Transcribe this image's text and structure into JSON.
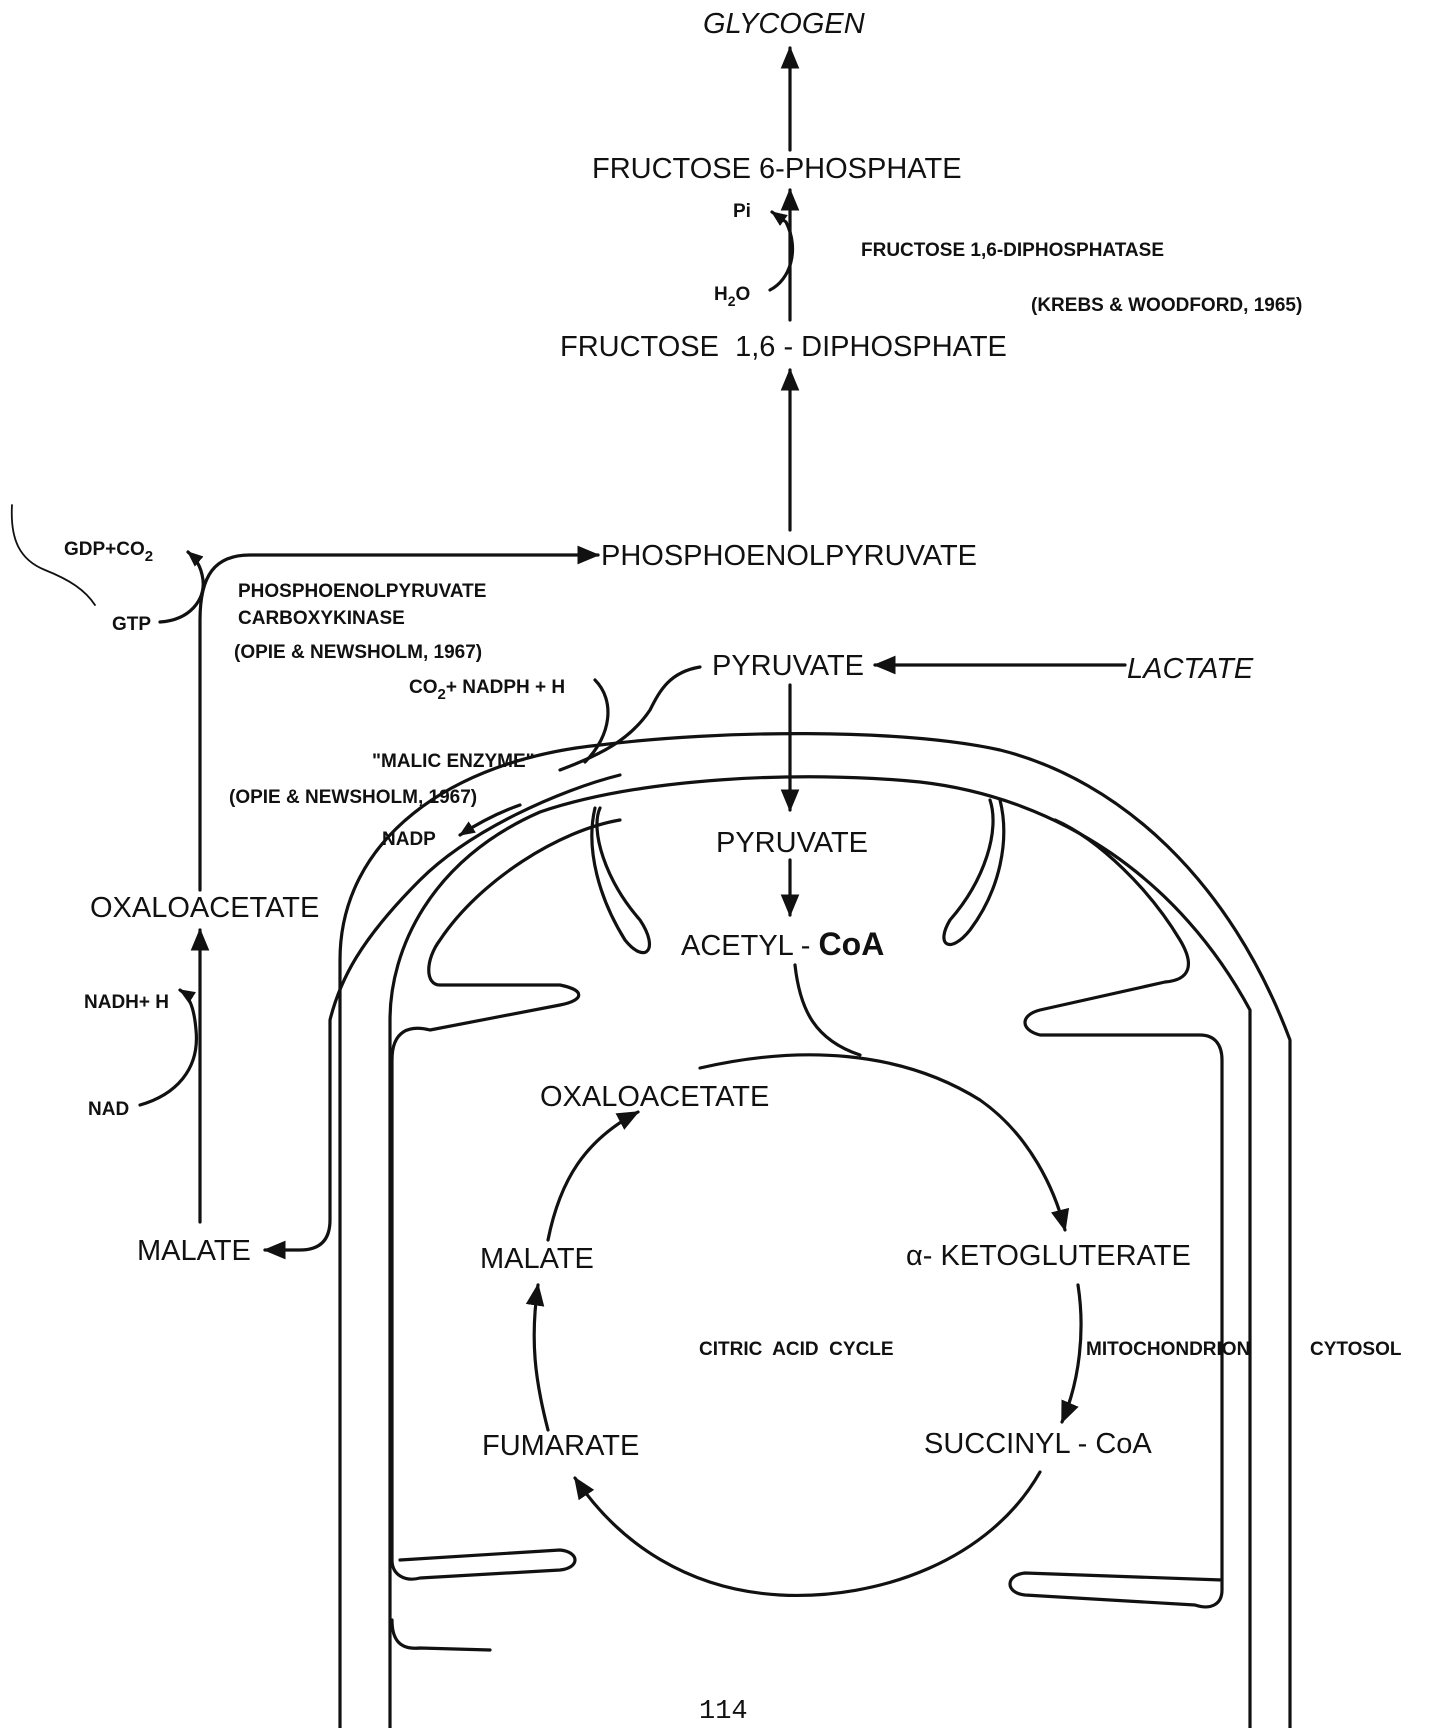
{
  "labels": {
    "glycogen": "GLYCOGEN",
    "f6p": "FRUCTOSE 6-PHOSPHATE",
    "pi": "Pi",
    "h2o": "H",
    "h2o_sub": "2",
    "h2o_tail": "O",
    "fbpase": "FRUCTOSE 1,6-DIPHOSPHATASE",
    "fbpase_ref": "(KREBS & WOODFORD, 1965)",
    "f16dp": "FRUCTOSE  1,6 - DIPHOSPHATE",
    "gdp": "GDP+CO",
    "gdp_sub": "2",
    "gtp": "GTP",
    "pep": "PHOSPHOENOLPYRUVATE",
    "pepck1": "PHOSPHOENOLPYRUVATE",
    "pepck2": "CARBOXYKINASE",
    "pepck_ref": "(OPIE & NEWSHOLM, 1967)",
    "co2": "CO",
    "co2_sub": "2",
    "co2_tail": "+ NADPH + H",
    "malic": "\"MALIC ENZYME\"",
    "malic_ref": "(OPIE & NEWSHOLM, 1967)",
    "nadp": "NADP",
    "pyruvate_cyto": "PYRUVATE",
    "lactate": "LACTATE",
    "pyruvate_mito": "PYRUVATE",
    "acetyl": "ACETYL",
    "acetyl_coa": "CoA",
    "oaa_cyto": "OXALOACETATE",
    "nadh": "NADH+ H",
    "nad": "NAD",
    "malate_cyto": "MALATE",
    "oaa_mito": "OXALOACETATE",
    "malate_mito": "MALATE",
    "akg": "α- KETOGLUTERATE",
    "tca": "CITRIC  ACID  CYCLE",
    "mito": "MITOCHONDRION",
    "cyto": "CYTOSOL",
    "fumarate": "FUMARATE",
    "succinyl": "SUCCINYL - CoA",
    "page_number": "114"
  }
}
